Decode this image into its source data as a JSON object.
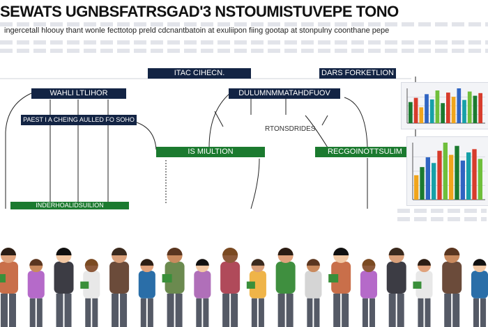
{
  "header": {
    "title": "SEWATS UGNBSFATRSGAD'3 NSTOUMISTUVEPE TONO",
    "subtitle": "ingercetall hloouy thant wonle fecttotop preld cdcnantbatoin at exuliipon fiing gootap at stonpulny coonthane pepe"
  },
  "nodes": {
    "top_center": "ITAC CIHECN.",
    "top_right": "DARS FORKETLION",
    "mid_left": "WAHLI LTLIHOR",
    "mid_center": "DULUMNMMATAHDFUOV",
    "left_sub": "PAEST I A CHEING AULLED FO SOHO",
    "green_center": "IS MIULTION",
    "green_right": "RECGOINOTTSULIM",
    "green_bottom": "INDERHOALIDSUILION",
    "floating_label": "RTONSDRIDES."
  },
  "chart_data": [
    {
      "type": "bar",
      "series": [
        {
          "name": "",
          "values": [
            40,
            48,
            30,
            55,
            45,
            62,
            38,
            58,
            50,
            66,
            44,
            60,
            52,
            57
          ]
        }
      ],
      "colors": [
        "#1b7a2f",
        "#d73c2c",
        "#f0a51c",
        "#2f64c2",
        "#17a0a8",
        "#6fbf3b"
      ],
      "grid": true
    },
    {
      "type": "bar",
      "series": [
        {
          "name": "",
          "values": [
            30,
            40,
            52,
            45,
            60,
            70,
            55,
            66,
            48,
            58,
            62,
            50
          ]
        }
      ],
      "colors": [
        "#f0a51c",
        "#1b7a2f",
        "#2f64c2",
        "#17a0a8",
        "#d73c2c",
        "#6fbf3b"
      ],
      "grid": true
    }
  ],
  "people": {
    "count": 18,
    "shirt_colors": [
      "#c96f4a",
      "#b56ac9",
      "#3c3c44",
      "#e8e8e8",
      "#6b4b3a",
      "#2a6ea8",
      "#6b8a4f",
      "#b06fb9",
      "#b04a5a",
      "#efb448",
      "#3f8f3f",
      "#d5d5d5"
    ]
  }
}
